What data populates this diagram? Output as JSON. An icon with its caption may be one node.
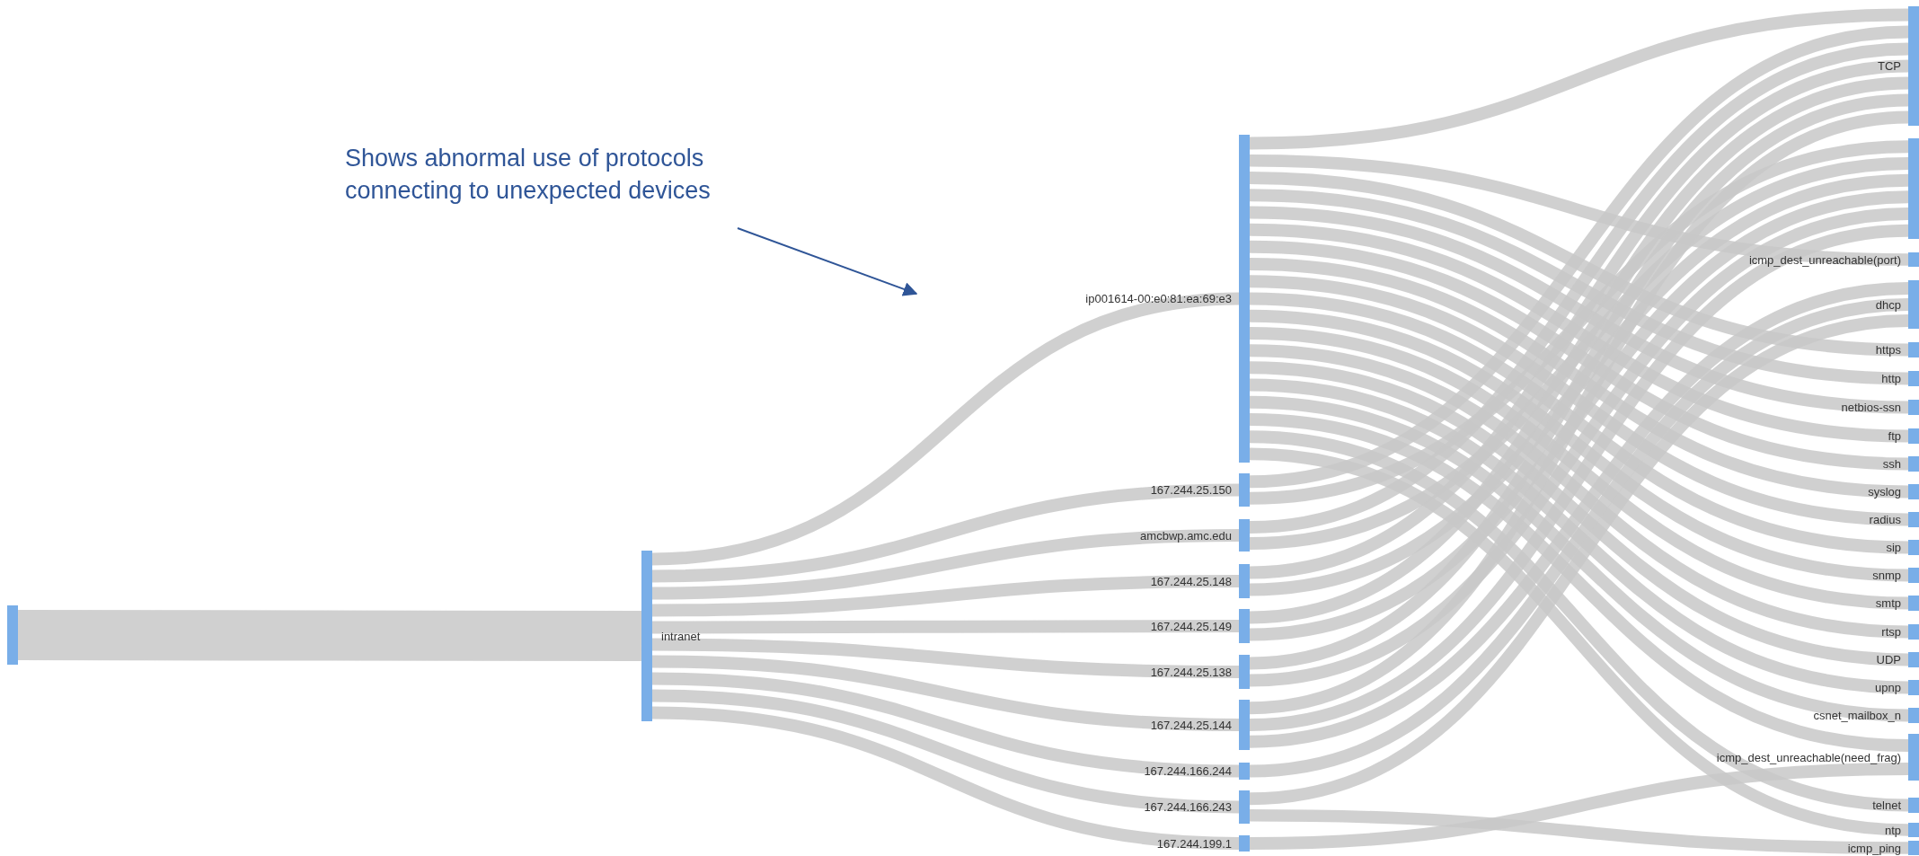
{
  "diagram": {
    "nodes": [
      {
        "text": [],
        "shape": "bar"
      },
      {
        "text": [
          "intranet"
        ]
      },
      {
        "text": [
          "ip001614-00:e0:81:ea:69:e3"
        ]
      },
      {
        "text": [
          "167.244.25.150"
        ]
      },
      {
        "text": [
          "amcbwp.amc.edu"
        ]
      },
      {
        "text": [
          "167.244.25.148"
        ]
      },
      {
        "text": [
          "167.244.25.149"
        ]
      },
      {
        "text": [
          "167.244.25.138"
        ]
      },
      {
        "text": [
          "167.244.25.144"
        ]
      },
      {
        "text": [
          "167.244.166.244"
        ]
      },
      {
        "text": [
          "167.244.166.243"
        ]
      },
      {
        "text": [
          "167.244.199.1"
        ]
      },
      {
        "text": [
          "TCP"
        ]
      },
      {
        "text": [],
        "shape": "bar"
      },
      {
        "text": [
          "icmp_dest_unreachable(port)"
        ]
      },
      {
        "text": [
          "dhcp"
        ]
      },
      {
        "text": [
          "https"
        ]
      },
      {
        "text": [
          "http"
        ]
      },
      {
        "text": [
          "netbios-ssn"
        ]
      },
      {
        "text": [
          "ftp"
        ]
      },
      {
        "text": [
          "ssh"
        ]
      },
      {
        "text": [
          "syslog"
        ]
      },
      {
        "text": [
          "radius"
        ]
      },
      {
        "text": [
          "sip"
        ]
      },
      {
        "text": [
          "snmp"
        ]
      },
      {
        "text": [
          "smtp"
        ]
      },
      {
        "text": [
          "rtsp"
        ]
      },
      {
        "text": [
          "UDP"
        ]
      },
      {
        "text": [
          "upnp"
        ]
      },
      {
        "text": [
          "csnet_mailbox_n"
        ]
      },
      {
        "text": [
          "icmp_dest_unreachable(need_frag)"
        ]
      },
      {
        "text": [
          "telnet"
        ]
      },
      {
        "text": [
          "ntp"
        ]
      },
      {
        "text": [
          "icmp_ping"
        ]
      },
      {
        "text": [
          "Shows abnormal use of protocols connecting to unexpected devices"
        ]
      }
    ],
    "edges": [
      {
        "from": 0,
        "to": 1,
        "arrow": "none",
        "style": "thick"
      },
      {
        "from": 1,
        "to": 2,
        "arrow": "none"
      },
      {
        "from": 1,
        "to": 3,
        "arrow": "none"
      },
      {
        "from": 1,
        "to": 4,
        "arrow": "none"
      },
      {
        "from": 1,
        "to": 5,
        "arrow": "none"
      },
      {
        "from": 1,
        "to": 6,
        "arrow": "none"
      },
      {
        "from": 1,
        "to": 7,
        "arrow": "none"
      },
      {
        "from": 1,
        "to": 8,
        "arrow": "none"
      },
      {
        "from": 1,
        "to": 9,
        "arrow": "none"
      },
      {
        "from": 1,
        "to": 10,
        "arrow": "none"
      },
      {
        "from": 1,
        "to": 11,
        "arrow": "none"
      },
      {
        "from": 2,
        "to": 12,
        "arrow": "none"
      },
      {
        "from": 2,
        "to": 14,
        "arrow": "none"
      },
      {
        "from": 2,
        "to": 16,
        "arrow": "none"
      },
      {
        "from": 2,
        "to": 17,
        "arrow": "none"
      },
      {
        "from": 2,
        "to": 18,
        "arrow": "none"
      },
      {
        "from": 2,
        "to": 19,
        "arrow": "none"
      },
      {
        "from": 2,
        "to": 20,
        "arrow": "none"
      },
      {
        "from": 2,
        "to": 21,
        "arrow": "none"
      },
      {
        "from": 2,
        "to": 22,
        "arrow": "none"
      },
      {
        "from": 2,
        "to": 23,
        "arrow": "none"
      },
      {
        "from": 2,
        "to": 24,
        "arrow": "none"
      },
      {
        "from": 2,
        "to": 25,
        "arrow": "none"
      },
      {
        "from": 2,
        "to": 26,
        "arrow": "none"
      },
      {
        "from": 2,
        "to": 27,
        "arrow": "none"
      },
      {
        "from": 2,
        "to": 28,
        "arrow": "none"
      },
      {
        "from": 2,
        "to": 29,
        "arrow": "none"
      },
      {
        "from": 2,
        "to": 30,
        "arrow": "none"
      },
      {
        "from": 2,
        "to": 31,
        "arrow": "none"
      },
      {
        "from": 2,
        "to": 32,
        "arrow": "none"
      },
      {
        "from": 3,
        "to": 12,
        "arrow": "none"
      },
      {
        "from": 3,
        "to": 13,
        "arrow": "none"
      },
      {
        "from": 4,
        "to": 12,
        "arrow": "none"
      },
      {
        "from": 4,
        "to": 13,
        "arrow": "none"
      },
      {
        "from": 5,
        "to": 12,
        "arrow": "none"
      },
      {
        "from": 5,
        "to": 13,
        "arrow": "none"
      },
      {
        "from": 6,
        "to": 12,
        "arrow": "none"
      },
      {
        "from": 6,
        "to": 13,
        "arrow": "none"
      },
      {
        "from": 7,
        "to": 12,
        "arrow": "none"
      },
      {
        "from": 7,
        "to": 13,
        "arrow": "none"
      },
      {
        "from": 8,
        "to": 12,
        "arrow": "none"
      },
      {
        "from": 8,
        "to": 13,
        "arrow": "none"
      },
      {
        "from": 8,
        "to": 15,
        "arrow": "none"
      },
      {
        "from": 9,
        "to": 15,
        "arrow": "none"
      },
      {
        "from": 10,
        "to": 15,
        "arrow": "none"
      },
      {
        "from": 10,
        "to": 33,
        "arrow": "none"
      },
      {
        "from": 11,
        "to": 30,
        "arrow": "none"
      },
      {
        "from": 34,
        "to": null,
        "arrow": "to",
        "color": "#2f5597"
      }
    ]
  }
}
